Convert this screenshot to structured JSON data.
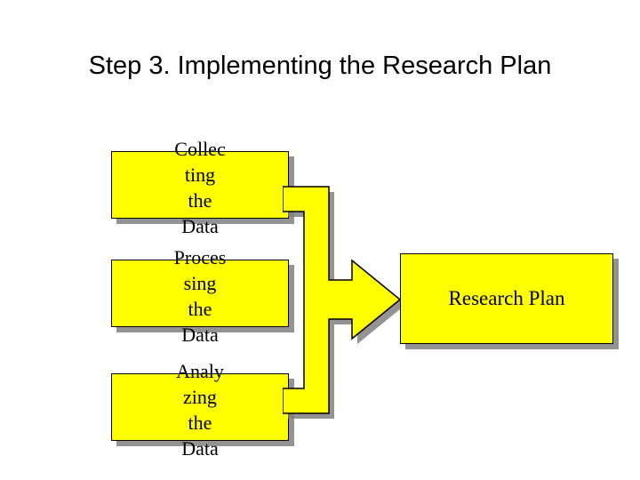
{
  "slide": {
    "title": "Step 3. Implementing the Research Plan",
    "background_color": "#ffffff"
  },
  "colors": {
    "box_fill": "#ffff00",
    "box_border": "#000000",
    "shadow": "#808080",
    "text": "#000000"
  },
  "boxes": [
    {
      "id": "collecting-the-data",
      "label": "Collec ting the Data"
    },
    {
      "id": "processing-the-data",
      "label": "Proces sing the Data"
    },
    {
      "id": "analyzing-the-data",
      "label": "Analy zing the Data"
    },
    {
      "id": "research-plan",
      "label": "Research Plan"
    }
  ],
  "arrow": {
    "name": "merge-arrow",
    "direction": "right",
    "fill": "#ffff00",
    "border": "#000000"
  }
}
